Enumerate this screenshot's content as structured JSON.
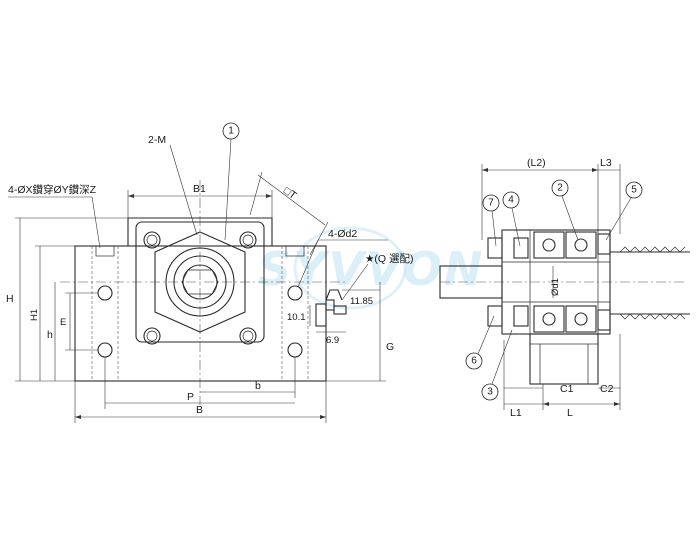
{
  "watermark": "SYVVON",
  "colors": {
    "line": "#2a2a2a",
    "watermark": "#bfe2f3"
  },
  "front_view": {
    "labels": {
      "holes": "4-ØX鑽穿ØY鑽深Z",
      "tapped": "2-M",
      "B1": "B1",
      "square": "□T",
      "d2": "4-Ød2",
      "grease": "★(Q 選配)",
      "grease_h": "11.85",
      "grease_w": "6.9",
      "grease_y": "10.1",
      "H": "H",
      "H1": "H1",
      "h": "h",
      "E": "E",
      "G": "G",
      "P": "P",
      "b": "b",
      "B": "B"
    },
    "callouts": [
      "1"
    ]
  },
  "side_view": {
    "labels": {
      "L2": "(L2)",
      "L3": "L3",
      "d1": "Ød1",
      "L1": "L1",
      "L": "L",
      "C1": "C1",
      "C2": "C2"
    },
    "callouts": [
      "7",
      "4",
      "2",
      "5",
      "6",
      "3"
    ]
  }
}
